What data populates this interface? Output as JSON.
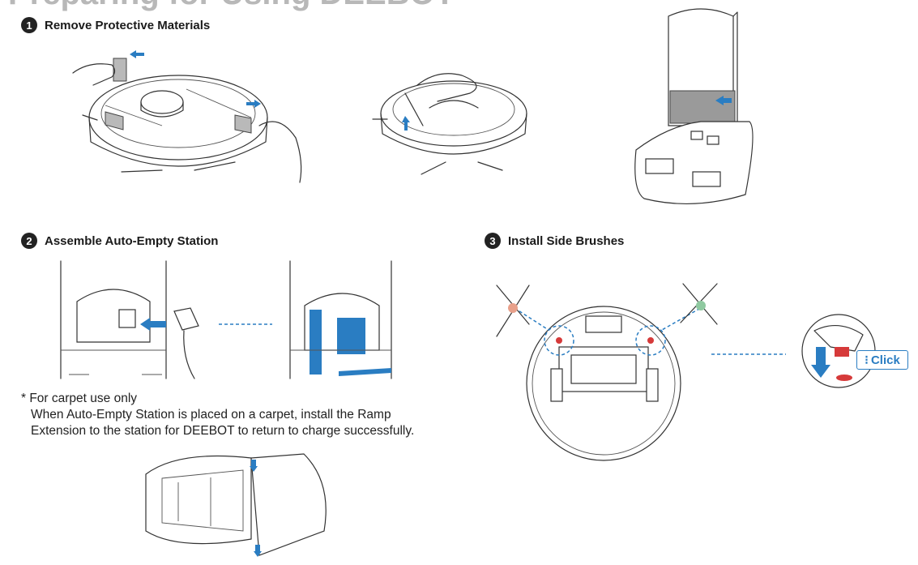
{
  "header": {
    "title_partial": "Preparing for Using DEEBOT"
  },
  "steps": [
    {
      "number": "1",
      "title": "Remove Protective Materials"
    },
    {
      "number": "2",
      "title": "Assemble Auto-Empty Station"
    },
    {
      "number": "3",
      "title": "Install Side Brushes"
    }
  ],
  "note": {
    "line1": "* For carpet use only",
    "line2": "When Auto-Empty Station is placed on a carpet, install the Ramp",
    "line3": "Extension to the station for DEEBOT to return to charge successfully."
  },
  "click_label": "Click",
  "colors": {
    "accent": "#2a7dc2",
    "text": "#1a1a1a",
    "brush_left": "#e8a08a",
    "brush_right": "#8fc9a0",
    "marker_red": "#d63a3a"
  },
  "icons": [
    "arrow-icon",
    "click-icon"
  ]
}
